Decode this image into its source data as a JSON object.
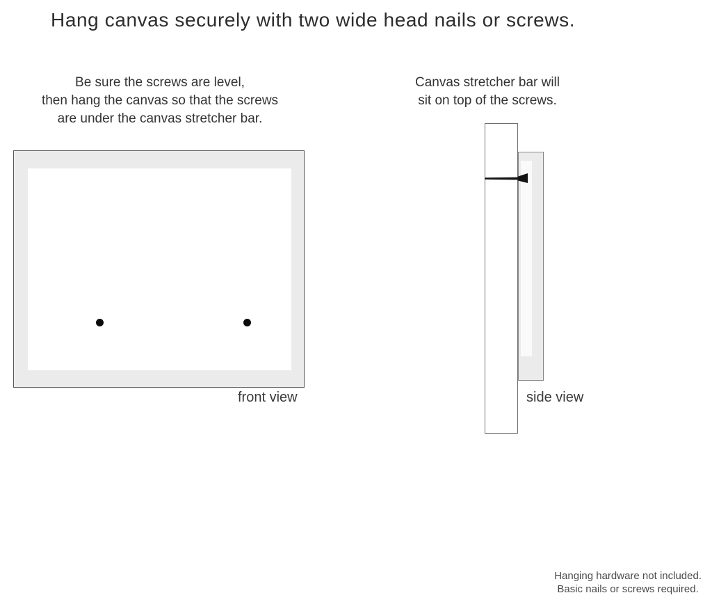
{
  "title": "Hang canvas securely with two wide head nails or screws.",
  "instructions": {
    "front": {
      "lines": [
        "Be sure the screws are level,",
        "then hang the canvas so that the screws",
        "are under the canvas stretcher bar."
      ]
    },
    "side": {
      "lines": [
        "Canvas stretcher bar will",
        "sit on top of the screws."
      ]
    }
  },
  "diagrams": {
    "front_view": {
      "label": "front view",
      "screw_count": 2
    },
    "side_view": {
      "label": "side view"
    }
  },
  "footer": {
    "lines": [
      "Hanging hardware not included.",
      "Basic nails or screws required."
    ]
  },
  "colors": {
    "background": "#ffffff",
    "canvas_edge_gray": "#ebebeb",
    "outline_gray": "#6e6e6e",
    "nail_black": "#141414",
    "text_dark": "#333333"
  }
}
